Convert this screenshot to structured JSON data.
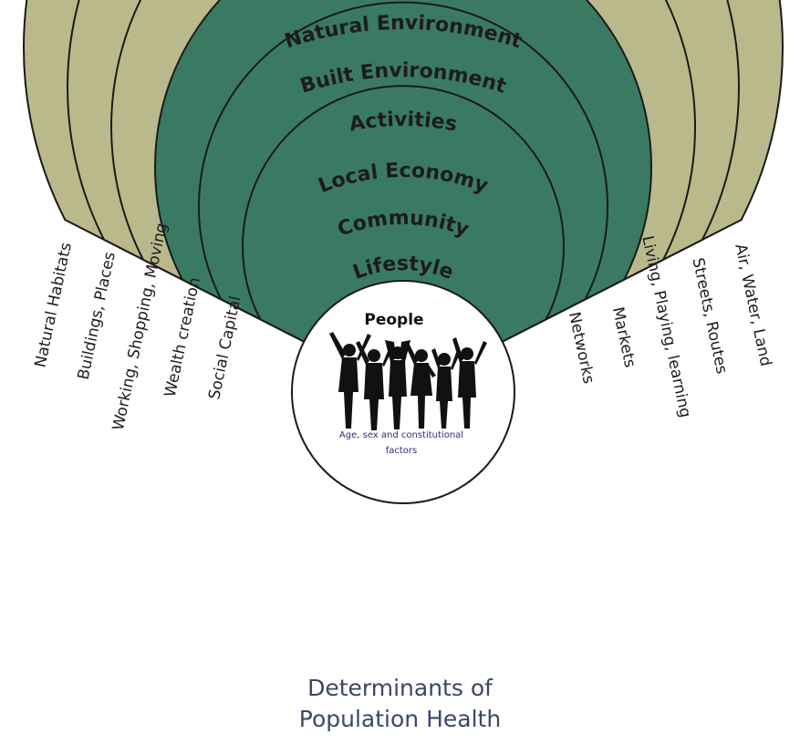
{
  "colors": {
    "outer_ring": "#b9b98c",
    "inner_ring": "#3a7a62",
    "ring_stroke": "#1a1a1a",
    "center_fill": "#ffffff",
    "silhouette": "#111111",
    "caption": "#3b4866"
  },
  "rings": [
    {
      "label": "Natural Environment",
      "left": "Natural Habitats",
      "right": "Air, Water, Land"
    },
    {
      "label": "Built Environment",
      "left": "Buildings, Places",
      "right": "Streets, Routes"
    },
    {
      "label": "Activities",
      "left": "Working, Shopping, Moving",
      "right": "Living, Playing, learning"
    },
    {
      "label": "Local Economy",
      "left": "Wealth creation",
      "right": "Markets"
    },
    {
      "label": "Community",
      "left": "Social Capital",
      "right": "Networks"
    },
    {
      "label": "Lifestyle",
      "left": "",
      "right": ""
    }
  ],
  "center": {
    "title": "People",
    "caption_line1": "Age, sex and constitutional",
    "caption_line2": "factors",
    "image": "people-silhouettes"
  },
  "caption": {
    "line1": "Determinants of",
    "line2": "Population Health"
  }
}
